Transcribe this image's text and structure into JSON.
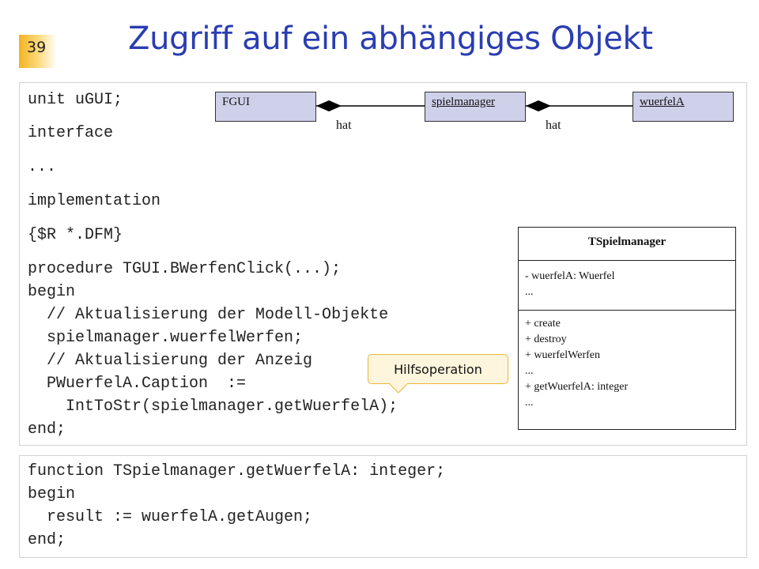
{
  "slide": {
    "page_number": "39",
    "title": "Zugriff auf ein abhängiges Objekt"
  },
  "code": {
    "unit_line": "unit uGUI;",
    "interface_line": "interface",
    "ellipsis_line": "...",
    "implementation_line": "implementation",
    "directive_line": "{$R *.DFM}",
    "procedure_lines": [
      "procedure TGUI.BWerfenClick(...);",
      "begin",
      "  // Aktualisierung der Modell-Objekte",
      "  spielmanager.wuerfelWerfen;",
      "  // Aktualisierung der Anzeig",
      "  PWuerfelA.Caption  :=",
      "    IntToStr(spielmanager.getWuerfelA);",
      "end;"
    ],
    "function_lines": [
      "function TSpielmanager.getWuerfelA: integer;",
      "begin",
      "  result := wuerfelA.getAugen;",
      "end;"
    ]
  },
  "object_diagram": {
    "objects": [
      "FGUI",
      "spielmanager",
      "wuerfelA"
    ],
    "links": [
      "hat",
      "hat"
    ],
    "object_fill": "#cfd0ea"
  },
  "class_diagram": {
    "name": "TSpielmanager",
    "attributes": [
      "- wuerfelA: Wuerfel",
      "..."
    ],
    "operations": [
      "+ create",
      "+ destroy",
      "+ wuerfelWerfen",
      "...",
      "+ getWuerfelA: integer",
      "..."
    ]
  },
  "callout": {
    "text": "Hilfsoperation",
    "fill": "#fdf5dc",
    "border": "#f0b53a"
  },
  "colors": {
    "title": "#2a3db2",
    "page_number_badge": "#f4b321"
  }
}
